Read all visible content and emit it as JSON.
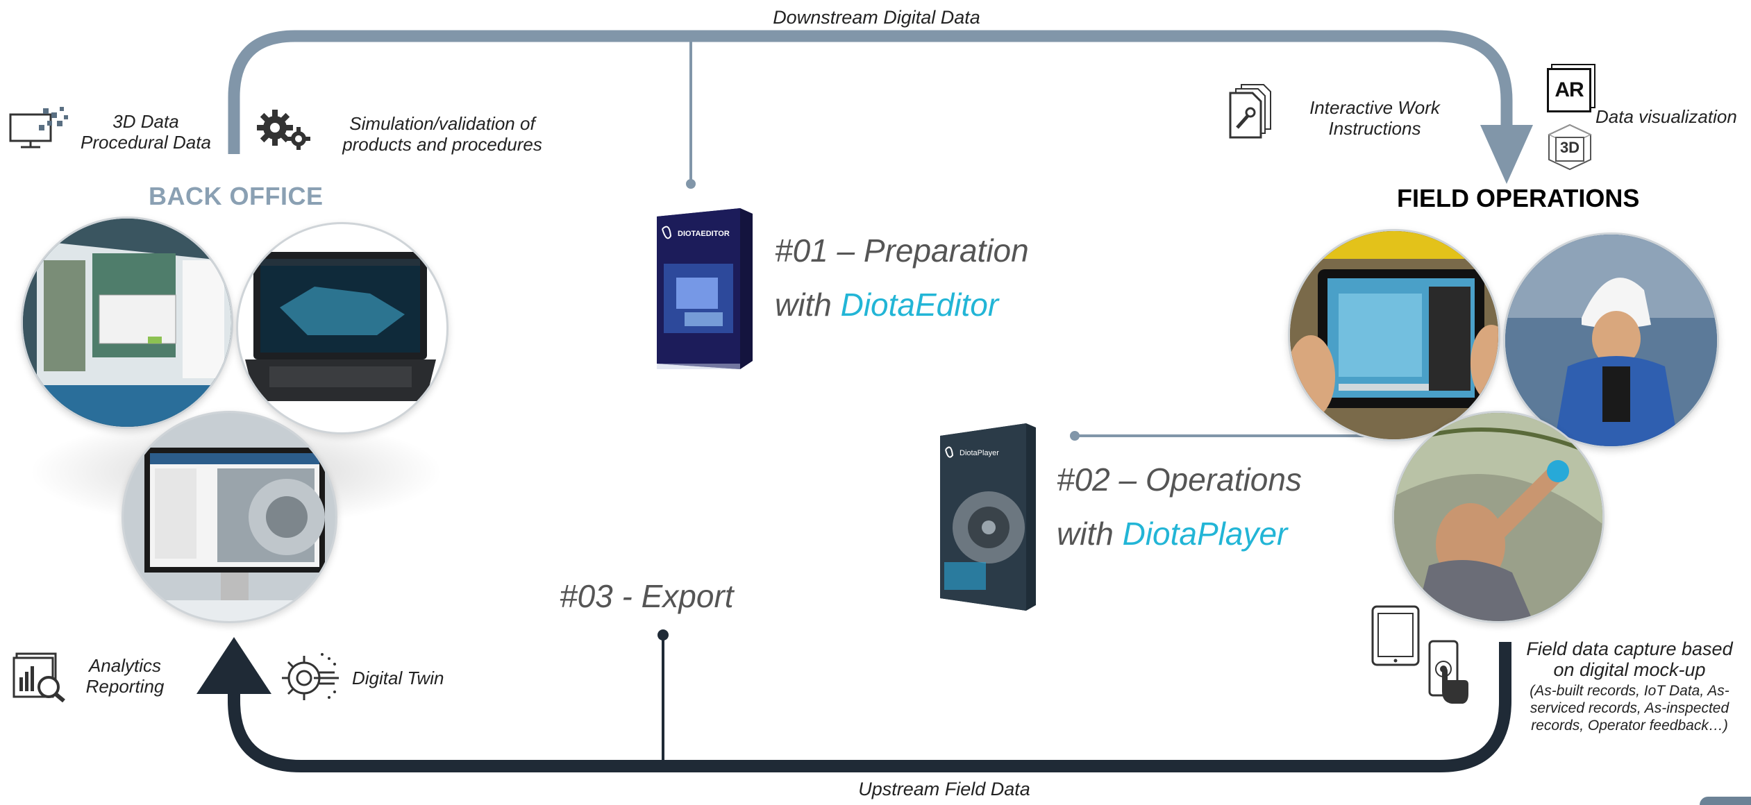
{
  "colors": {
    "downstream": "#8196a9",
    "upstream": "#1f2a36",
    "accent": "#22b5d6",
    "back_office_title": "#8aa0b3"
  },
  "flows": {
    "downstream_label": "Downstream Digital Data",
    "upstream_label": "Upstream Field Data"
  },
  "back_office": {
    "title": "BACK OFFICE",
    "data_label_line1": "3D Data",
    "data_label_line2": "Procedural Data",
    "simulation_line1": "Simulation/validation of",
    "simulation_line2": "products and procedures",
    "analytics_line1": "Analytics",
    "analytics_line2": "Reporting",
    "digital_twin": "Digital Twin",
    "icons": [
      "monitor-data-icon",
      "gears-icon",
      "analytics-report-icon",
      "digital-twin-gear-icon"
    ]
  },
  "steps": [
    {
      "prefix": "#01 – Preparation",
      "with": "with ",
      "product": "DiotaEditor",
      "box_brand": "DIOTAEDITOR"
    },
    {
      "prefix": "#02 – Operations",
      "with": "with ",
      "product": "DiotaPlayer",
      "box_brand": "DiotaPlayer"
    },
    {
      "prefix": "#03 - Export"
    }
  ],
  "field_operations": {
    "title": "FIELD OPERATIONS",
    "work_instructions_line1": "Interactive Work",
    "work_instructions_line2": "Instructions",
    "data_visualization": "Data visualization",
    "ar_badge": "AR",
    "three_d_badge": "3D",
    "capture_line1": "Field data capture based",
    "capture_line2": "on digital mock-up",
    "capture_detail_line1": "(As-built records, IoT Data, As-",
    "capture_detail_line2": "serviced records, As-inspected",
    "capture_detail_line3": "records, Operator feedback…)",
    "icons": [
      "documents-wrench-icon",
      "ar-icon",
      "3d-cube-icon",
      "tablet-icon",
      "phone-touch-icon"
    ]
  }
}
